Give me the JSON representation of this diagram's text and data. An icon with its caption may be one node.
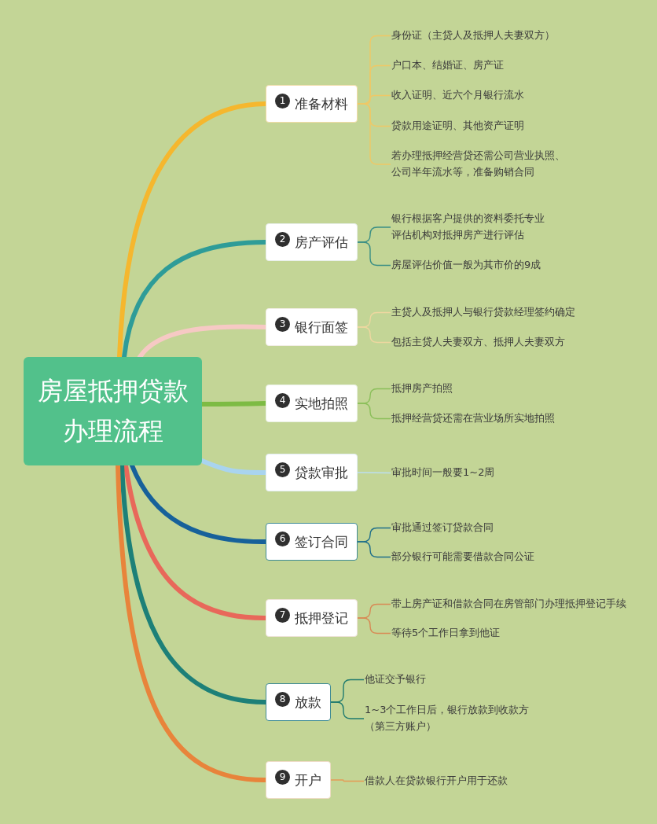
{
  "diagram": {
    "nodes": [
      {
        "text": [
          "房屋抵押贷款办理流程"
        ]
      },
      {
        "text": [
          "1",
          "准备材料"
        ]
      },
      {
        "text": [
          "身份证（主贷人及抵押人夫妻双方）"
        ]
      },
      {
        "text": [
          "户口本、结婚证、房产证"
        ]
      },
      {
        "text": [
          "收入证明、近六个月银行流水"
        ]
      },
      {
        "text": [
          "贷款用途证明、其他资产证明"
        ]
      },
      {
        "text": [
          "若办理抵押经营贷还需公司营业执照、公司半年流水等，准备购销合同"
        ]
      },
      {
        "text": [
          "2",
          "房产评估"
        ]
      },
      {
        "text": [
          "银行根据客户提供的资料委托专业评估机构对抵押房产进行评估"
        ]
      },
      {
        "text": [
          "房屋评估价值一般为其市价的9成"
        ]
      },
      {
        "text": [
          "3",
          "银行面签"
        ]
      },
      {
        "text": [
          "主贷人及抵押人与银行贷款经理签约确定"
        ]
      },
      {
        "text": [
          "包括主贷人夫妻双方、抵押人夫妻双方"
        ]
      },
      {
        "text": [
          "4",
          "实地拍照"
        ]
      },
      {
        "text": [
          "抵押房产拍照"
        ]
      },
      {
        "text": [
          "抵押经营贷还需在营业场所实地拍照"
        ]
      },
      {
        "text": [
          "5",
          "贷款审批"
        ]
      },
      {
        "text": [
          "审批时间一般要1~2周"
        ]
      },
      {
        "text": [
          "6",
          "签订合同"
        ]
      },
      {
        "text": [
          "审批通过签订贷款合同"
        ]
      },
      {
        "text": [
          "部分银行可能需要借款合同公证"
        ]
      },
      {
        "text": [
          "7",
          "抵押登记"
        ]
      },
      {
        "text": [
          "带上房产证和借款合同在房管部门办理抵押登记手续"
        ]
      },
      {
        "text": [
          "等待5个工作日拿到他证"
        ]
      },
      {
        "text": [
          "8",
          "放款"
        ]
      },
      {
        "text": [
          "他证交予银行"
        ]
      },
      {
        "text": [
          "1~3个工作日后，银行放款到收款方（第三方账户）"
        ]
      },
      {
        "text": [
          "9",
          "开户"
        ]
      },
      {
        "text": [
          "借款人在贷款银行开户用于还款"
        ]
      }
    ],
    "edges": [
      {
        "from": 0,
        "to": 1,
        "arrow": "none",
        "style": "thick",
        "color": "#f5b72e"
      },
      {
        "from": 1,
        "to": 2,
        "arrow": "none",
        "color": "#efc866"
      },
      {
        "from": 1,
        "to": 3,
        "arrow": "none",
        "color": "#efc866"
      },
      {
        "from": 1,
        "to": 4,
        "arrow": "none",
        "color": "#efc866"
      },
      {
        "from": 1,
        "to": 5,
        "arrow": "none",
        "color": "#efc866"
      },
      {
        "from": 1,
        "to": 6,
        "arrow": "none",
        "color": "#efc866"
      },
      {
        "from": 0,
        "to": 7,
        "arrow": "none",
        "style": "thick",
        "color": "#2e9c98"
      },
      {
        "from": 7,
        "to": 8,
        "arrow": "none",
        "color": "#3b8f85"
      },
      {
        "from": 7,
        "to": 9,
        "arrow": "none",
        "color": "#3b8f85"
      },
      {
        "from": 0,
        "to": 10,
        "arrow": "none",
        "style": "thick",
        "color": "#f6c9c4"
      },
      {
        "from": 10,
        "to": 11,
        "arrow": "none",
        "color": "#eed7a0"
      },
      {
        "from": 10,
        "to": 12,
        "arrow": "none",
        "color": "#eed7a0"
      },
      {
        "from": 0,
        "to": 13,
        "arrow": "none",
        "style": "thick",
        "color": "#7dbb44"
      },
      {
        "from": 13,
        "to": 14,
        "arrow": "none",
        "color": "#8bbf5a"
      },
      {
        "from": 13,
        "to": 15,
        "arrow": "none",
        "color": "#8bbf5a"
      },
      {
        "from": 0,
        "to": 16,
        "arrow": "none",
        "style": "thick",
        "color": "#a9d4ef"
      },
      {
        "from": 16,
        "to": 17,
        "arrow": "none",
        "color": "#bcdff0"
      },
      {
        "from": 0,
        "to": 18,
        "arrow": "none",
        "style": "thick",
        "color": "#17619a"
      },
      {
        "from": 18,
        "to": 19,
        "arrow": "none",
        "color": "#1f6f8a"
      },
      {
        "from": 18,
        "to": 20,
        "arrow": "none",
        "color": "#1f6f8a"
      },
      {
        "from": 0,
        "to": 21,
        "arrow": "none",
        "style": "thick",
        "color": "#e8685a"
      },
      {
        "from": 21,
        "to": 22,
        "arrow": "none",
        "color": "#d88a55"
      },
      {
        "from": 21,
        "to": 23,
        "arrow": "none",
        "color": "#d88a55"
      },
      {
        "from": 0,
        "to": 24,
        "arrow": "none",
        "style": "thick",
        "color": "#1d8078"
      },
      {
        "from": 24,
        "to": 25,
        "arrow": "none",
        "color": "#1e7a6e"
      },
      {
        "from": 24,
        "to": 26,
        "arrow": "none",
        "color": "#1e7a6e"
      },
      {
        "from": 0,
        "to": 27,
        "arrow": "none",
        "style": "thick",
        "color": "#e8843b"
      },
      {
        "from": 27,
        "to": 28,
        "arrow": "none",
        "color": "#e59a55"
      }
    ]
  }
}
